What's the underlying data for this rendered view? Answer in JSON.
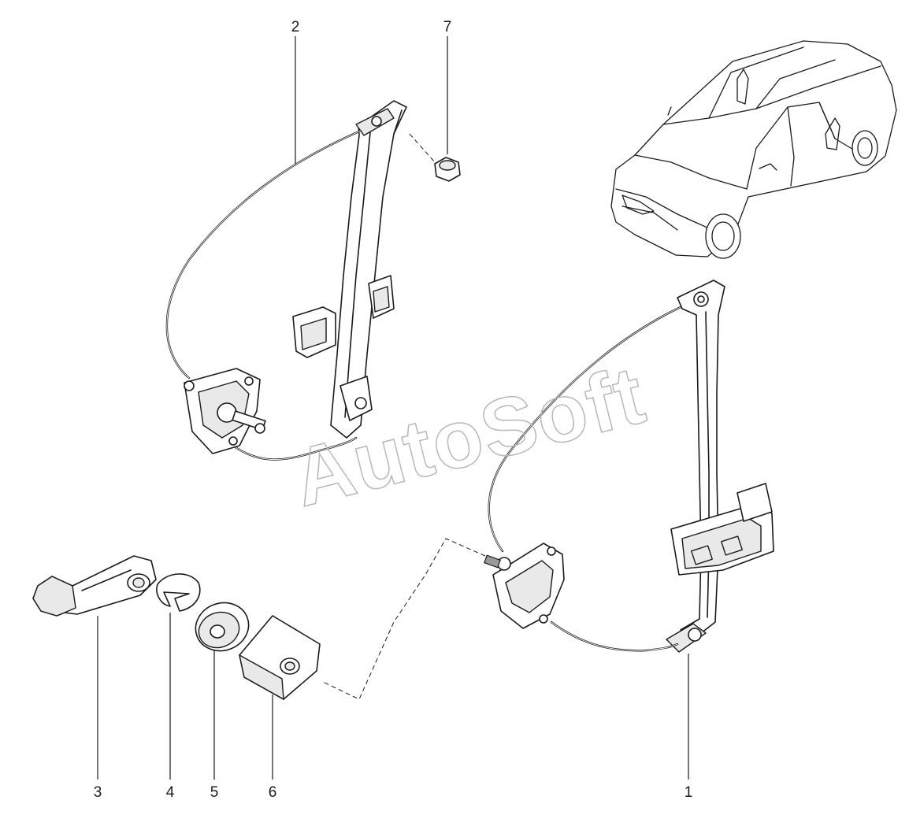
{
  "callouts": {
    "c1": "1",
    "c2": "2",
    "c3": "3",
    "c4": "4",
    "c5": "5",
    "c6": "6",
    "c7": "7"
  },
  "watermark": "AutoSoft",
  "colors": {
    "line": "#1a1a1a",
    "watermark": "#b8b8b8",
    "background": "#ffffff"
  }
}
